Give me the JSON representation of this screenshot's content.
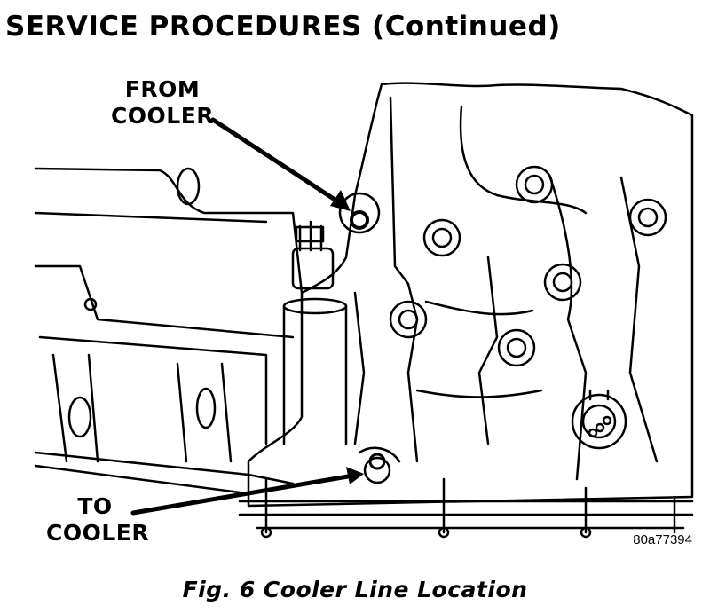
{
  "header": {
    "title": "SERVICE PROCEDURES (Continued)"
  },
  "figure": {
    "callout_from": [
      "FROM",
      "COOLER"
    ],
    "callout_to": [
      "TO",
      "COOLER"
    ],
    "code": "80a77394",
    "caption": "Fig. 6 Cooler Line Location"
  }
}
